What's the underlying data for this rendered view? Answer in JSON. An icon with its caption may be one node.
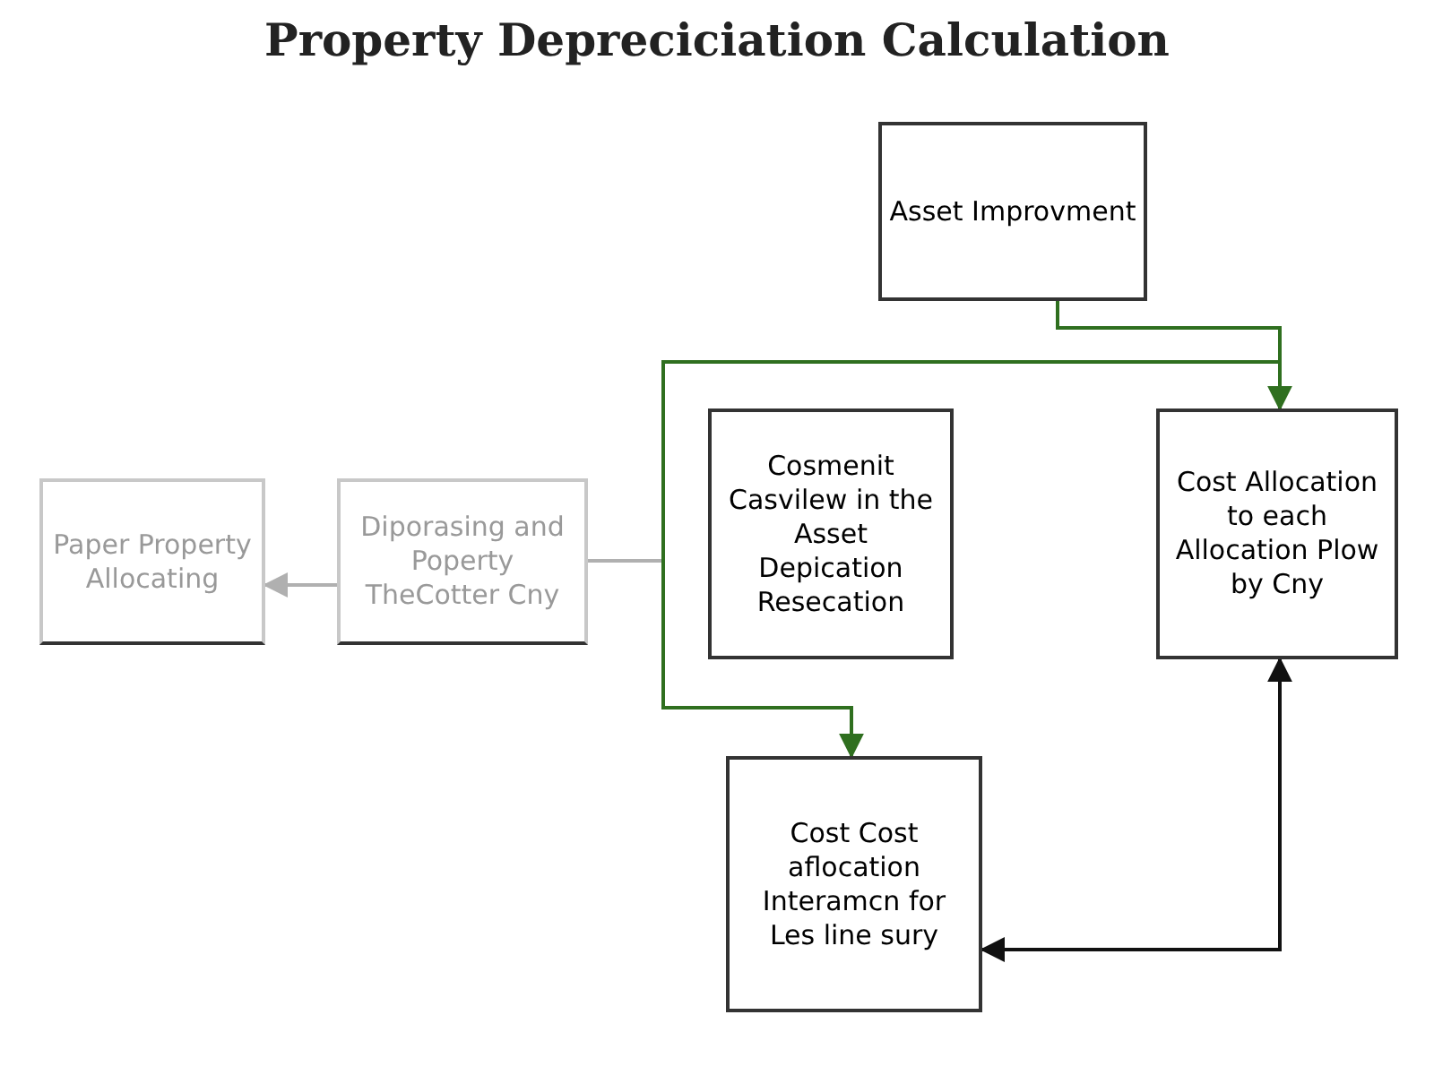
{
  "diagram": {
    "title": "Property Depreciciation Calculation",
    "nodes": [
      {
        "text": [
          "Paper Property Allocating"
        ]
      },
      {
        "text": [
          "Diporasing and Poperty TheCotter Cny"
        ]
      },
      {
        "text": [
          "Cosmenit Casvilew in the Asset Depication Resecation"
        ]
      },
      {
        "text": [
          "Asset Improvment"
        ]
      },
      {
        "text": [
          "Cost Allocation to each Allocation Plow by Cny"
        ]
      },
      {
        "text": [
          "Cost Cost aflocation Interamcn for Les line sury"
        ]
      }
    ],
    "edges": [
      {
        "from": 1,
        "to": 0,
        "arrow": "to",
        "color": "#b0b0b0"
      },
      {
        "from": 3,
        "to": 1,
        "arrow": "none",
        "color": "#b0b0b0"
      },
      {
        "from": 3,
        "to": 4,
        "arrow": "to",
        "color": "#2f6f1f"
      },
      {
        "from": 3,
        "to": 5,
        "arrow": "to",
        "color": "#2f6f1f"
      },
      {
        "from": 4,
        "to": 5,
        "arrow": "both",
        "color": "#111111"
      }
    ]
  }
}
